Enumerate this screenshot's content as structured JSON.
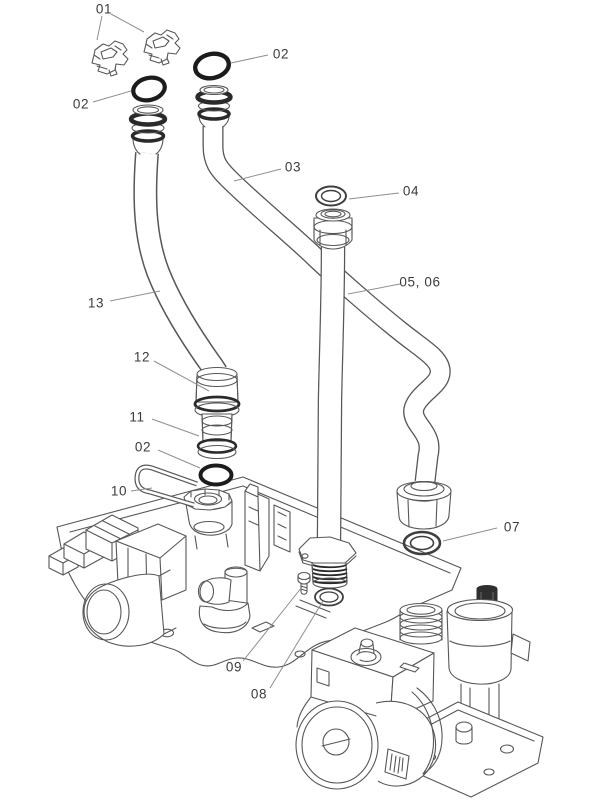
{
  "diagram": {
    "type": "exploded-parts-diagram",
    "colors": {
      "background": "#ffffff",
      "line": "#57575a",
      "label": "#3b3b3d",
      "o_ring": "#1c1c1c",
      "leader": "#8f8f8f"
    },
    "callouts": [
      {
        "id": "01",
        "label": "01"
      },
      {
        "id": "02-top-right",
        "label": "02"
      },
      {
        "id": "02-top-left",
        "label": "02"
      },
      {
        "id": "03",
        "label": "03"
      },
      {
        "id": "04",
        "label": "04"
      },
      {
        "id": "05-06",
        "label": "05, 06"
      },
      {
        "id": "07",
        "label": "07"
      },
      {
        "id": "08",
        "label": "08"
      },
      {
        "id": "09",
        "label": "09"
      },
      {
        "id": "10",
        "label": "10"
      },
      {
        "id": "11",
        "label": "11"
      },
      {
        "id": "12",
        "label": "12"
      },
      {
        "id": "13",
        "label": "13"
      }
    ]
  }
}
